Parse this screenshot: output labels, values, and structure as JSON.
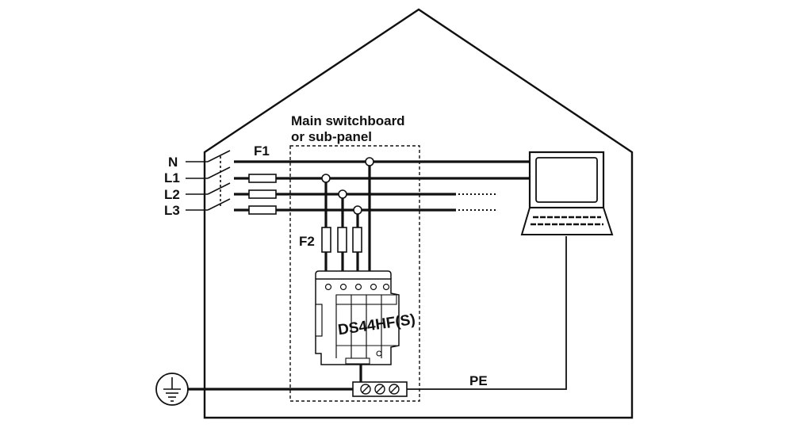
{
  "panel_label_line1": "Main switchboard",
  "panel_label_line2": "or sub-panel",
  "conductors": [
    "N",
    "L1",
    "L2",
    "L3"
  ],
  "fuse_f1_label": "F1",
  "fuse_f2_label": "F2",
  "device_label": "DS44HF(S)",
  "earth_conductor_label": "PE"
}
